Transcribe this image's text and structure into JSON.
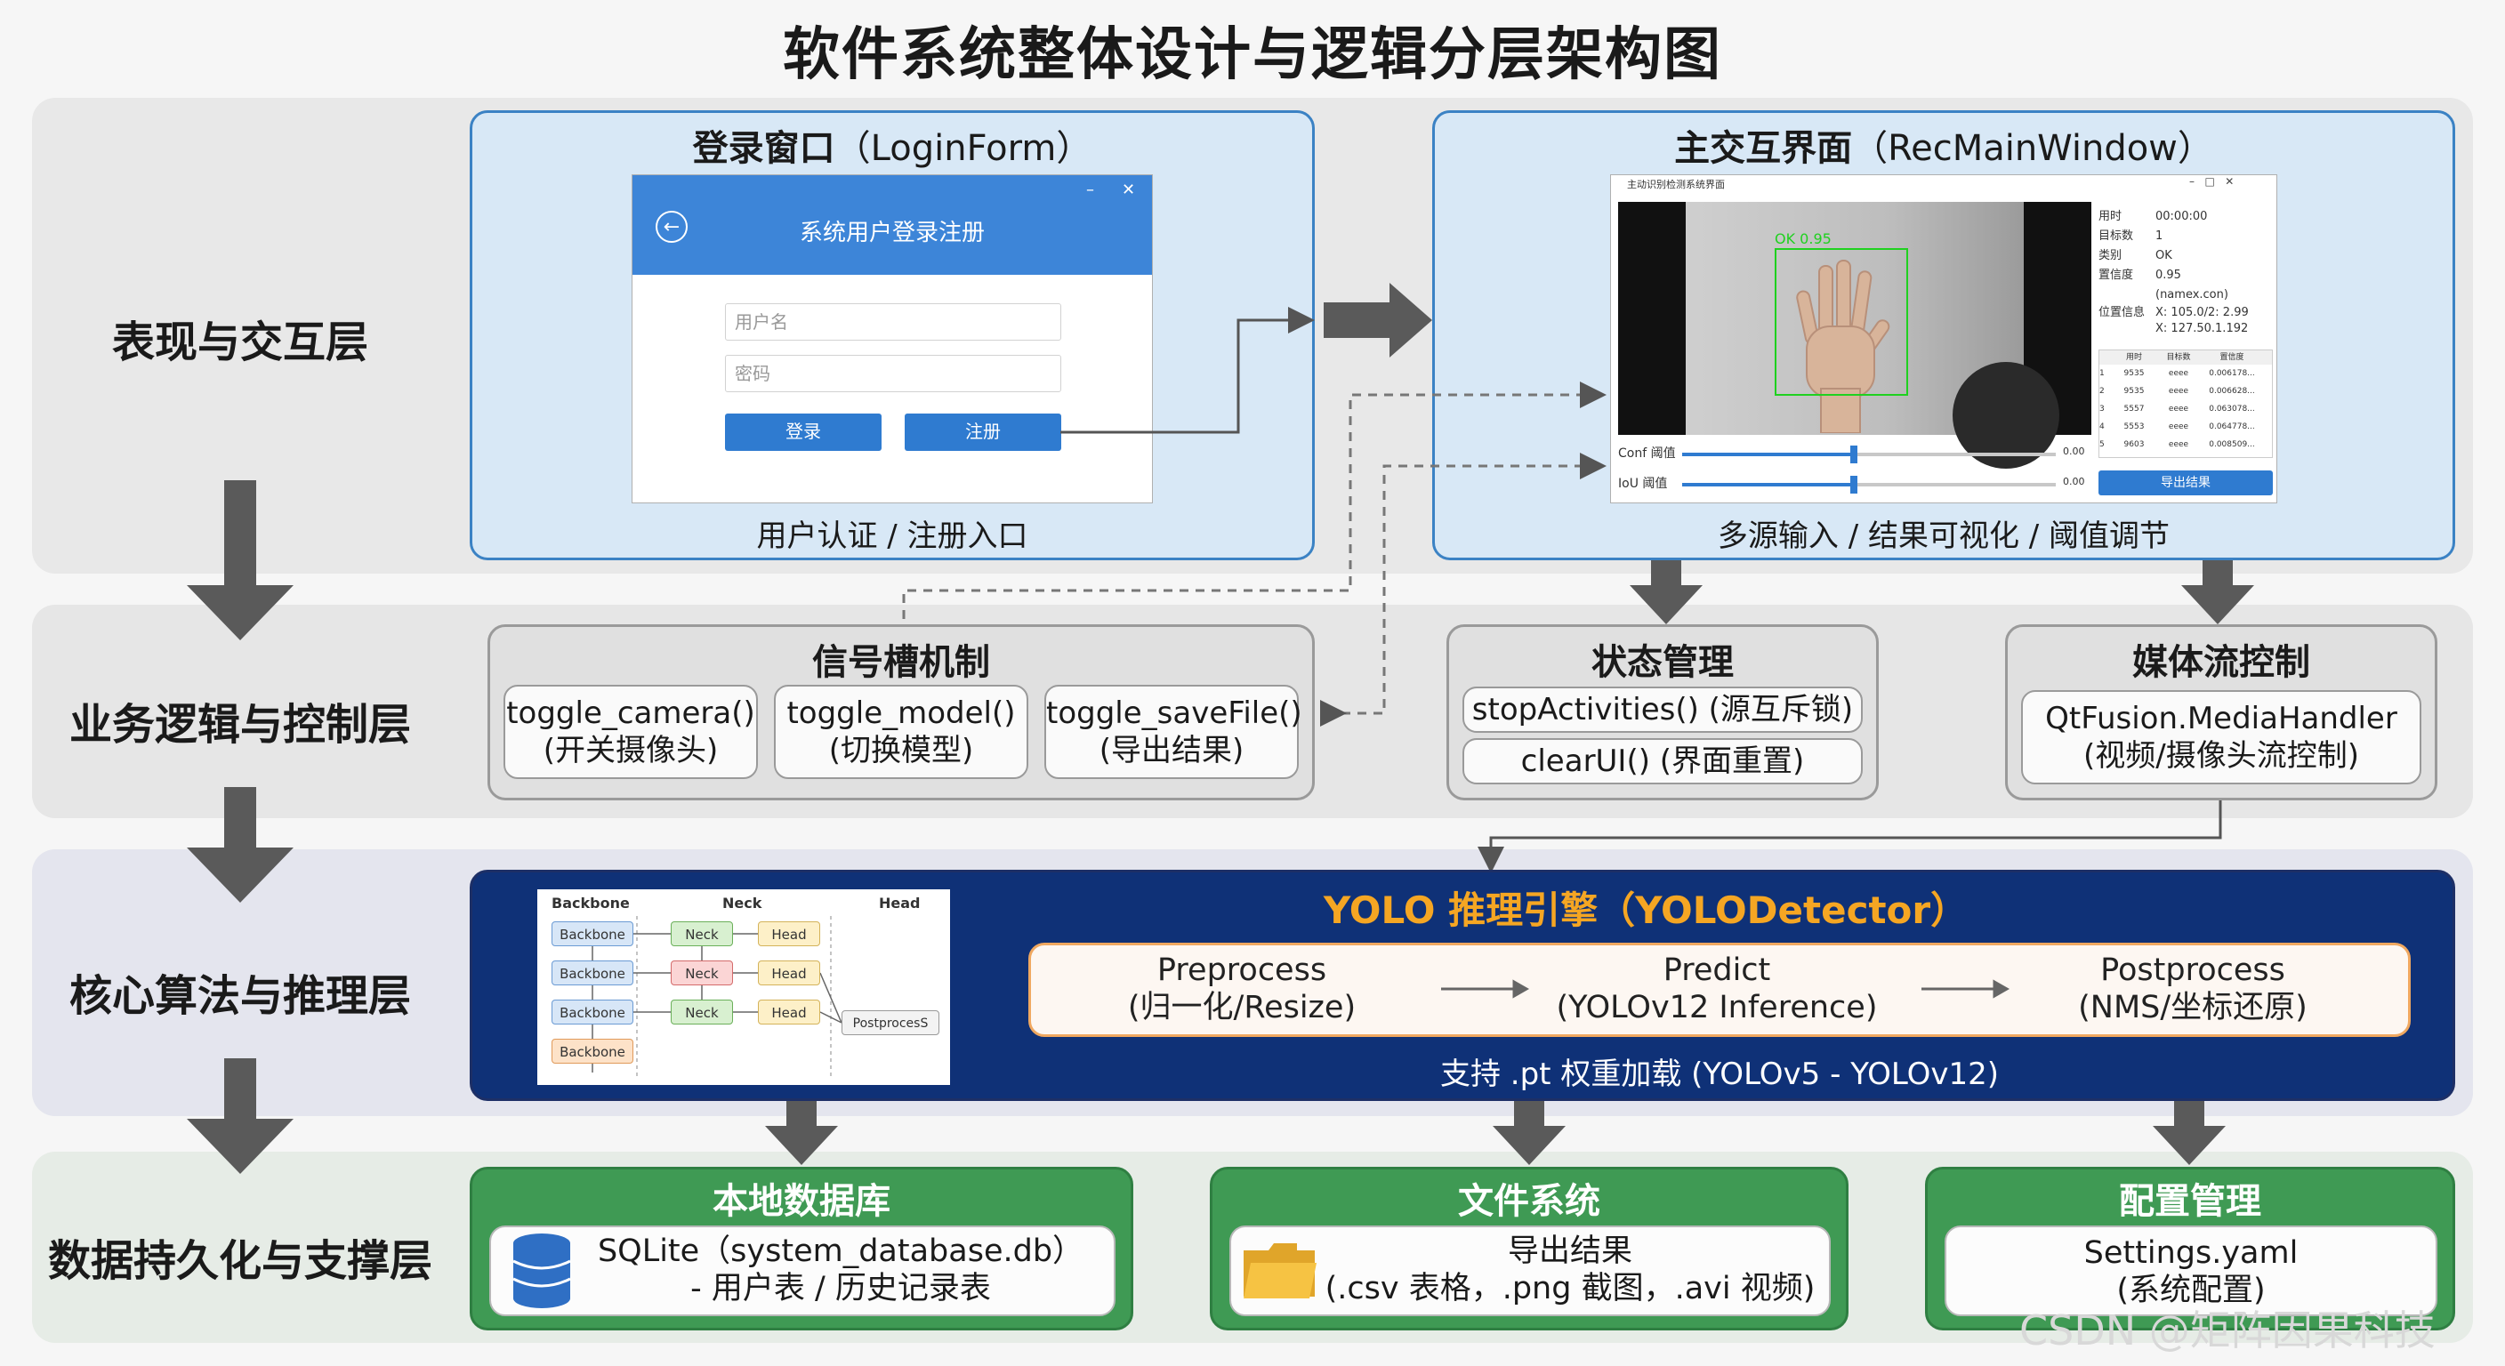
{
  "title": "软件系统整体设计与逻辑分层架构图",
  "layers": [
    {
      "label": "表现与交互层"
    },
    {
      "label": "业务逻辑与控制层"
    },
    {
      "label": "核心算法与推理层"
    },
    {
      "label": "数据持久化与支撑层"
    }
  ],
  "login": {
    "title": "登录窗口",
    "title_en": "（LoginForm）",
    "caption": "用户认证 / 注册入口",
    "window_title": "系统用户登录注册",
    "username_placeholder": "用户名",
    "password_placeholder": "密码",
    "login_button": "登录",
    "register_button": "注册",
    "minimize": "–",
    "close": "✕",
    "back": "←"
  },
  "main": {
    "title": "主交互界面",
    "title_en": "（RecMainWindow）",
    "caption": "多源输入 / 结果可视化 / 阈值调节",
    "window_title": "主动识别检测系统界面",
    "detection_label": "OK 0.95",
    "info": [
      {
        "k": "用时",
        "v": "00:00:00"
      },
      {
        "k": "目标数",
        "v": "1"
      },
      {
        "k": "类别",
        "v": "OK"
      },
      {
        "k": "置信度",
        "v": "0.95"
      }
    ],
    "pos_name": "(namex.con)",
    "pos_label": "位置信息",
    "pos_value1": "X: 105.0/2: 2.99",
    "pos_value2": "X: 127.50.1.192",
    "table_headers": [
      "",
      "用时",
      "目标数",
      "置信度"
    ],
    "table_rows": [
      [
        "1",
        "9535",
        "eeee",
        "0.006178..."
      ],
      [
        "2",
        "9535",
        "eeee",
        "0.006628..."
      ],
      [
        "3",
        "5557",
        "eeee",
        "0.063078..."
      ],
      [
        "4",
        "5553",
        "eeee",
        "0.064778..."
      ],
      [
        "5",
        "9603",
        "eeee",
        "0.008509..."
      ]
    ],
    "conf_label": "Conf 阈值",
    "iou_label": "IoU 阈值",
    "conf_value": "0.00",
    "iou_value": "0.00",
    "conf_level": 0.46,
    "iou_level": 0.46,
    "export_button": "导出结果"
  },
  "signal": {
    "title": "信号槽机制",
    "items": [
      {
        "fn": "toggle_camera()",
        "desc": "(开关摄像头)"
      },
      {
        "fn": "toggle_model()",
        "desc": "(切换模型)"
      },
      {
        "fn": "toggle_saveFile()",
        "desc": "(导出结果)"
      }
    ]
  },
  "state": {
    "title": "状态管理",
    "items": [
      "stopActivities() (源互斥锁)",
      "clearUI() (界面重置)"
    ]
  },
  "media": {
    "title": "媒体流控制",
    "line1": "QtFusion.MediaHandler",
    "line2": "(视频/摄像头流控制)"
  },
  "yolo": {
    "title": "YOLO 推理引擎（YOLODetector）",
    "steps": [
      {
        "name": "Preprocess",
        "desc": "(归一化/Resize)"
      },
      {
        "name": "Predict",
        "desc": "(YOLOv12 Inference)"
      },
      {
        "name": "Postprocess",
        "desc": "(NMS/坐标还原)"
      }
    ],
    "caption": "支持 .pt 权重加载 (YOLOv5 - YOLOv12)",
    "arch": {
      "backbone": "Backbone",
      "neck": "Neck",
      "head": "Head",
      "postprocess": "PostprocesS"
    }
  },
  "db": {
    "title": "本地数据库",
    "line1": "SQLite（system_database.db）",
    "line2": "- 用户表 / 历史记录表"
  },
  "fs": {
    "title": "文件系统",
    "line1": "导出结果",
    "line2": "(.csv 表格，.png 截图，.avi 视频)"
  },
  "config": {
    "title": "配置管理",
    "line1": "Settings.yaml",
    "line2": "(系统配置)"
  },
  "watermark": "CSDN @矩阵因果科技",
  "colors": {
    "band1": "#e8e8e8",
    "band2": "#e6e6e6",
    "band3": "#e4e5ee",
    "band4": "#e6ece6",
    "blue_panel": "#d8e8f6",
    "blue_border": "#3b82c4",
    "yolo_bg": "#0f3177",
    "yolo_title": "#f5a623",
    "green": "#3f9a54",
    "gray_arrow": "#5a5a5a"
  }
}
